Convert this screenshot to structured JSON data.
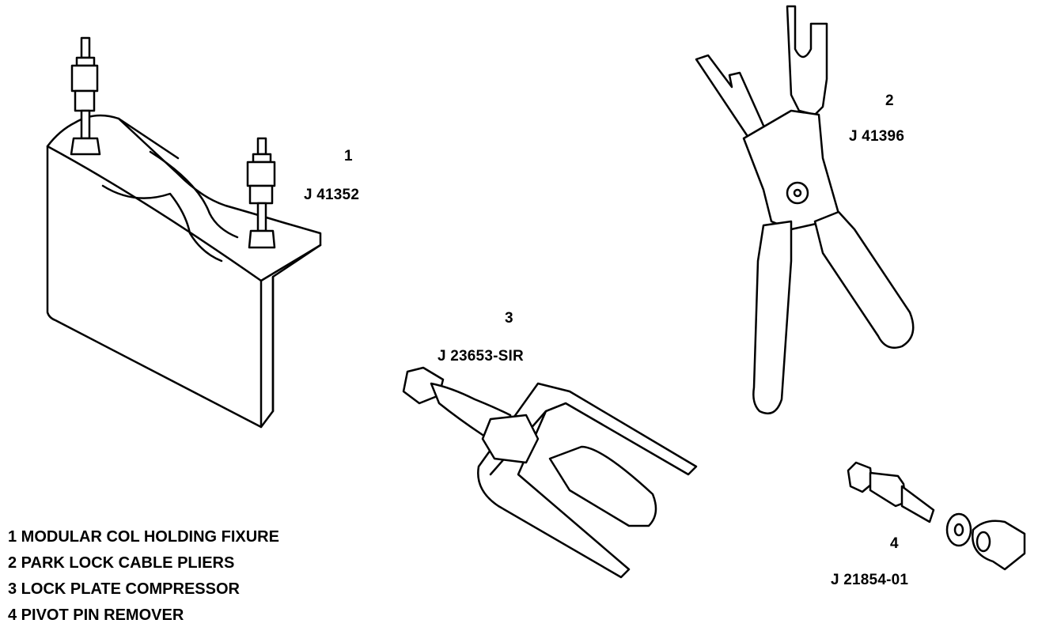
{
  "tools": [
    {
      "number": "1",
      "part_number": "J 41352"
    },
    {
      "number": "2",
      "part_number": "J 41396"
    },
    {
      "number": "3",
      "part_number": "J 23653-SIR"
    },
    {
      "number": "4",
      "part_number": "J 21854-01"
    }
  ],
  "legend": [
    "1 MODULAR COL HOLDING FIXURE",
    "2 PARK LOCK CABLE PLIERS",
    "3 LOCK PLATE COMPRESSOR",
    "4 PIVOT PIN REMOVER"
  ]
}
